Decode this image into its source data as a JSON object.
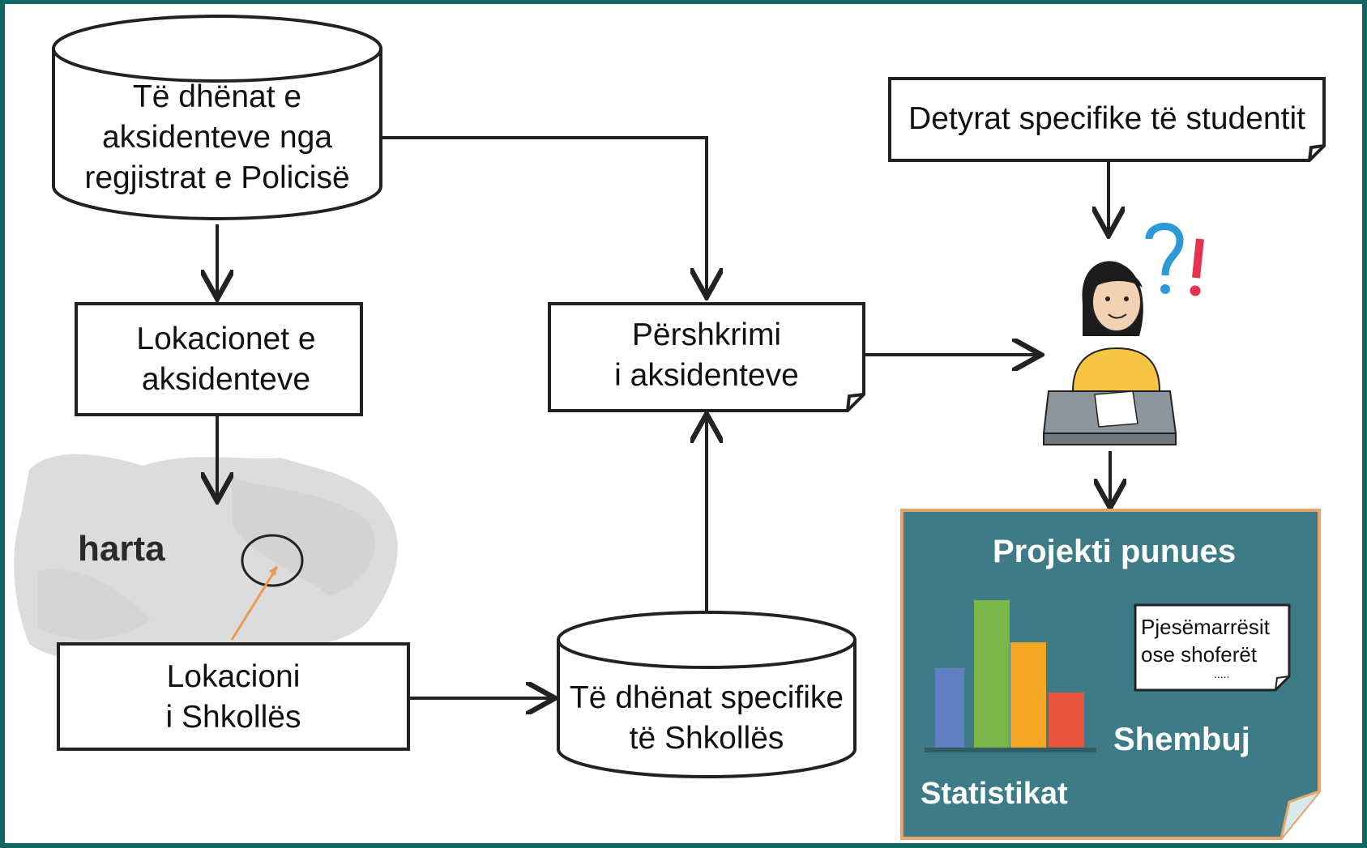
{
  "nodes": {
    "police_db": {
      "lines": [
        "Të dhënat e",
        "aksidenteve nga",
        "regjistrat e Policisë"
      ]
    },
    "student_tasks": {
      "label": "Detyrat specifike të studentit"
    },
    "accident_locations": {
      "lines": [
        "Lokacionet e",
        "aksidenteve"
      ]
    },
    "accident_description": {
      "lines": [
        "Përshkrimi",
        "i aksidenteve"
      ]
    },
    "map": {
      "label": "harta"
    },
    "school_location": {
      "lines": [
        "Lokacioni",
        "i Shkollës"
      ]
    },
    "school_db": {
      "lines": [
        "Të dhënat specifike",
        "të Shkollës"
      ]
    },
    "project": {
      "title": "Projekti punues",
      "note_lines": [
        "Pjesëmarrësit",
        "ose shoferët",
        "....."
      ],
      "examples_label": "Shembuj",
      "statistics_label": "Statistikat"
    }
  },
  "icons": [
    "question-mark-icon",
    "exclamation-mark-icon",
    "student-icon",
    "bar-chart-icon",
    "map-icon"
  ],
  "colors": {
    "border": "#0f6663",
    "ink": "#222222",
    "project_board": "#3d7c86",
    "project_border": "#e8a36a",
    "question_mark": "#2b9ad6",
    "exclamation_mark": "#e3344f",
    "student_shirt": "#f6c642",
    "bar_blue": "#5f7fc0",
    "bar_green": "#7ab648",
    "bar_orange": "#f5a623",
    "bar_red": "#e8553f",
    "map_gray": "#d9d9d9",
    "pointer_orange": "#e79b55"
  }
}
